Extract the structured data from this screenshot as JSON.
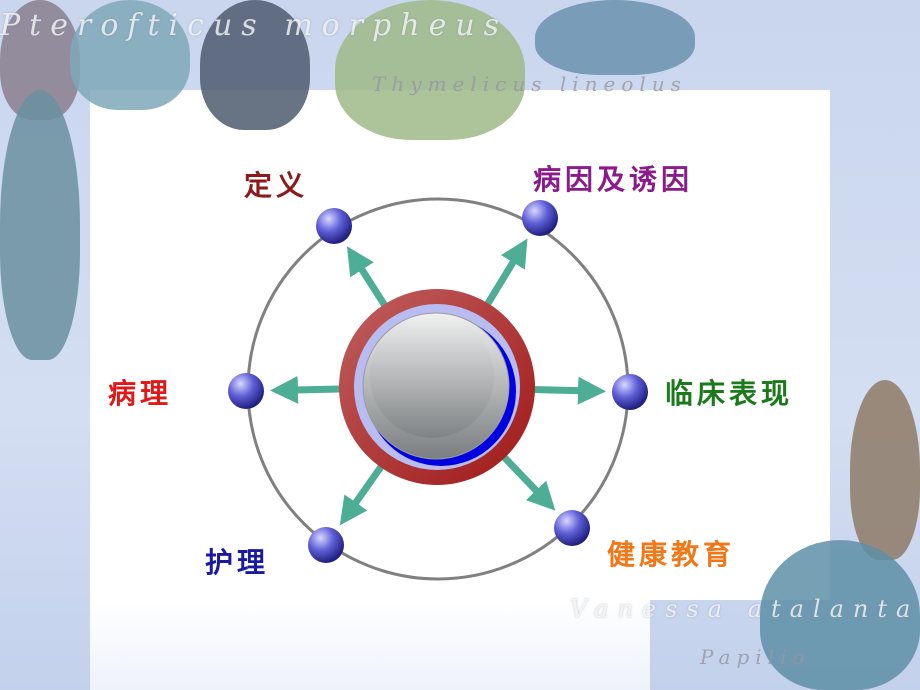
{
  "watermarks": [
    "Pterofticus morpheus",
    "Thymelicus lineolus",
    "Vanessa atalanta",
    "Papilio"
  ],
  "nodes": [
    {
      "label": "定义",
      "color": "#8b1a1a"
    },
    {
      "label": "病因及诱因",
      "color": "#8b1a8b"
    },
    {
      "label": "临床表现",
      "color": "#1a7a1a"
    },
    {
      "label": "健康教育",
      "color": "#f07818"
    },
    {
      "label": "护理",
      "color": "#1a1aa0"
    },
    {
      "label": "病理",
      "color": "#e01818"
    }
  ],
  "colors": {
    "arrow": "#3aa58a",
    "ring": "#b03030",
    "node": "#5a5ad0",
    "orbit": "#808080"
  }
}
